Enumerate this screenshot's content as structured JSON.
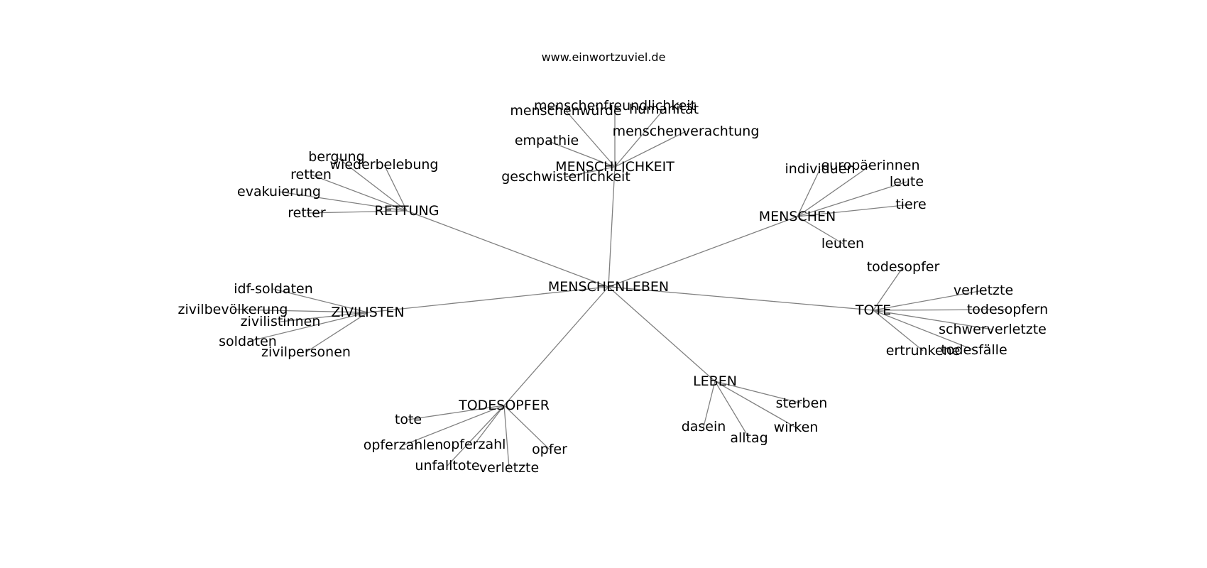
{
  "source_label": "www.einwortzuviel.de",
  "graph": {
    "root": "MENSCHENLEBEN",
    "clusters": [
      {
        "hub": "MENSCHLICHKEIT",
        "words": [
          "menschenfreundlichkeit",
          "menschenwürde",
          "humanität",
          "menschenverachtung",
          "empathie",
          "geschwisterlichkeit"
        ]
      },
      {
        "hub": "RETTUNG",
        "words": [
          "bergung",
          "wiederbelebung",
          "retten",
          "evakuierung",
          "retter"
        ]
      },
      {
        "hub": "MENSCHEN",
        "words": [
          "individuen",
          "europäerinnen",
          "leute",
          "tiere",
          "leuten"
        ]
      },
      {
        "hub": "ZIVILISTEN",
        "words": [
          "idf-soldaten",
          "zivilbevölkerung",
          "zivilistinnen",
          "soldaten",
          "zivilpersonen"
        ]
      },
      {
        "hub": "TOTE",
        "words": [
          "todesopfer",
          "verletzte",
          "todesopfern",
          "schwerverletzte",
          "todesfälle",
          "ertrunkene"
        ]
      },
      {
        "hub": "LEBEN",
        "words": [
          "sterben",
          "wirken",
          "dasein",
          "alltag"
        ]
      },
      {
        "hub": "TODESOPFER",
        "words": [
          "tote",
          "opferzahlen",
          "opferzahl",
          "unfalltote",
          "verletzte",
          "opfer"
        ]
      }
    ]
  }
}
